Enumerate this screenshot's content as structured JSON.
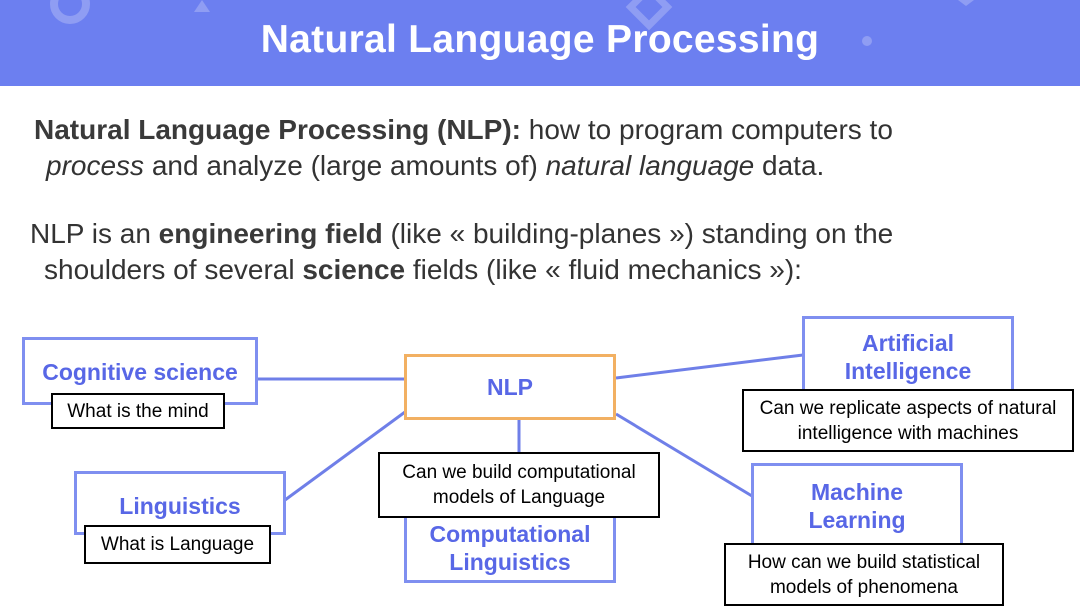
{
  "header": {
    "title": "Natural Language Processing",
    "bg_color": "#6c7ff0"
  },
  "intro": {
    "line1_bold": "Natural Language Processing (NLP):",
    "line1_rest": " how to program computers to",
    "line2_em1": "process",
    "line2_mid": " and analyze (large amounts of) ",
    "line2_em2": "natural language",
    "line2_end": " data.",
    "p2_line1_start": "NLP is an ",
    "p2_line1_bold": "engineering field",
    "p2_line1_end": " (like « building-planes ») standing on the",
    "p2_line2_start": "shoulders of several ",
    "p2_line2_bold": "science",
    "p2_line2_end": " fields (like « fluid mechanics »):"
  },
  "diagram": {
    "center": "NLP",
    "nodes": {
      "cognitive_science": {
        "label": "Cognitive science",
        "note": "What is the mind"
      },
      "linguistics": {
        "label": "Linguistics",
        "note": "What is Language"
      },
      "computational_linguistics": {
        "label": "Computational Linguistics",
        "note": "Can we build computational models of Language"
      },
      "artificial_intelligence": {
        "label": "Artificial Intelligence",
        "note": "Can we replicate aspects of natural intelligence with machines"
      },
      "machine_learning": {
        "label": "Machine Learning",
        "note": "How can we build statistical models of phenomena"
      }
    },
    "colors": {
      "node_border": "#7f8ff0",
      "node_text": "#5867e6",
      "center_border": "#f2b062",
      "edge": "#6f7fe8"
    }
  }
}
